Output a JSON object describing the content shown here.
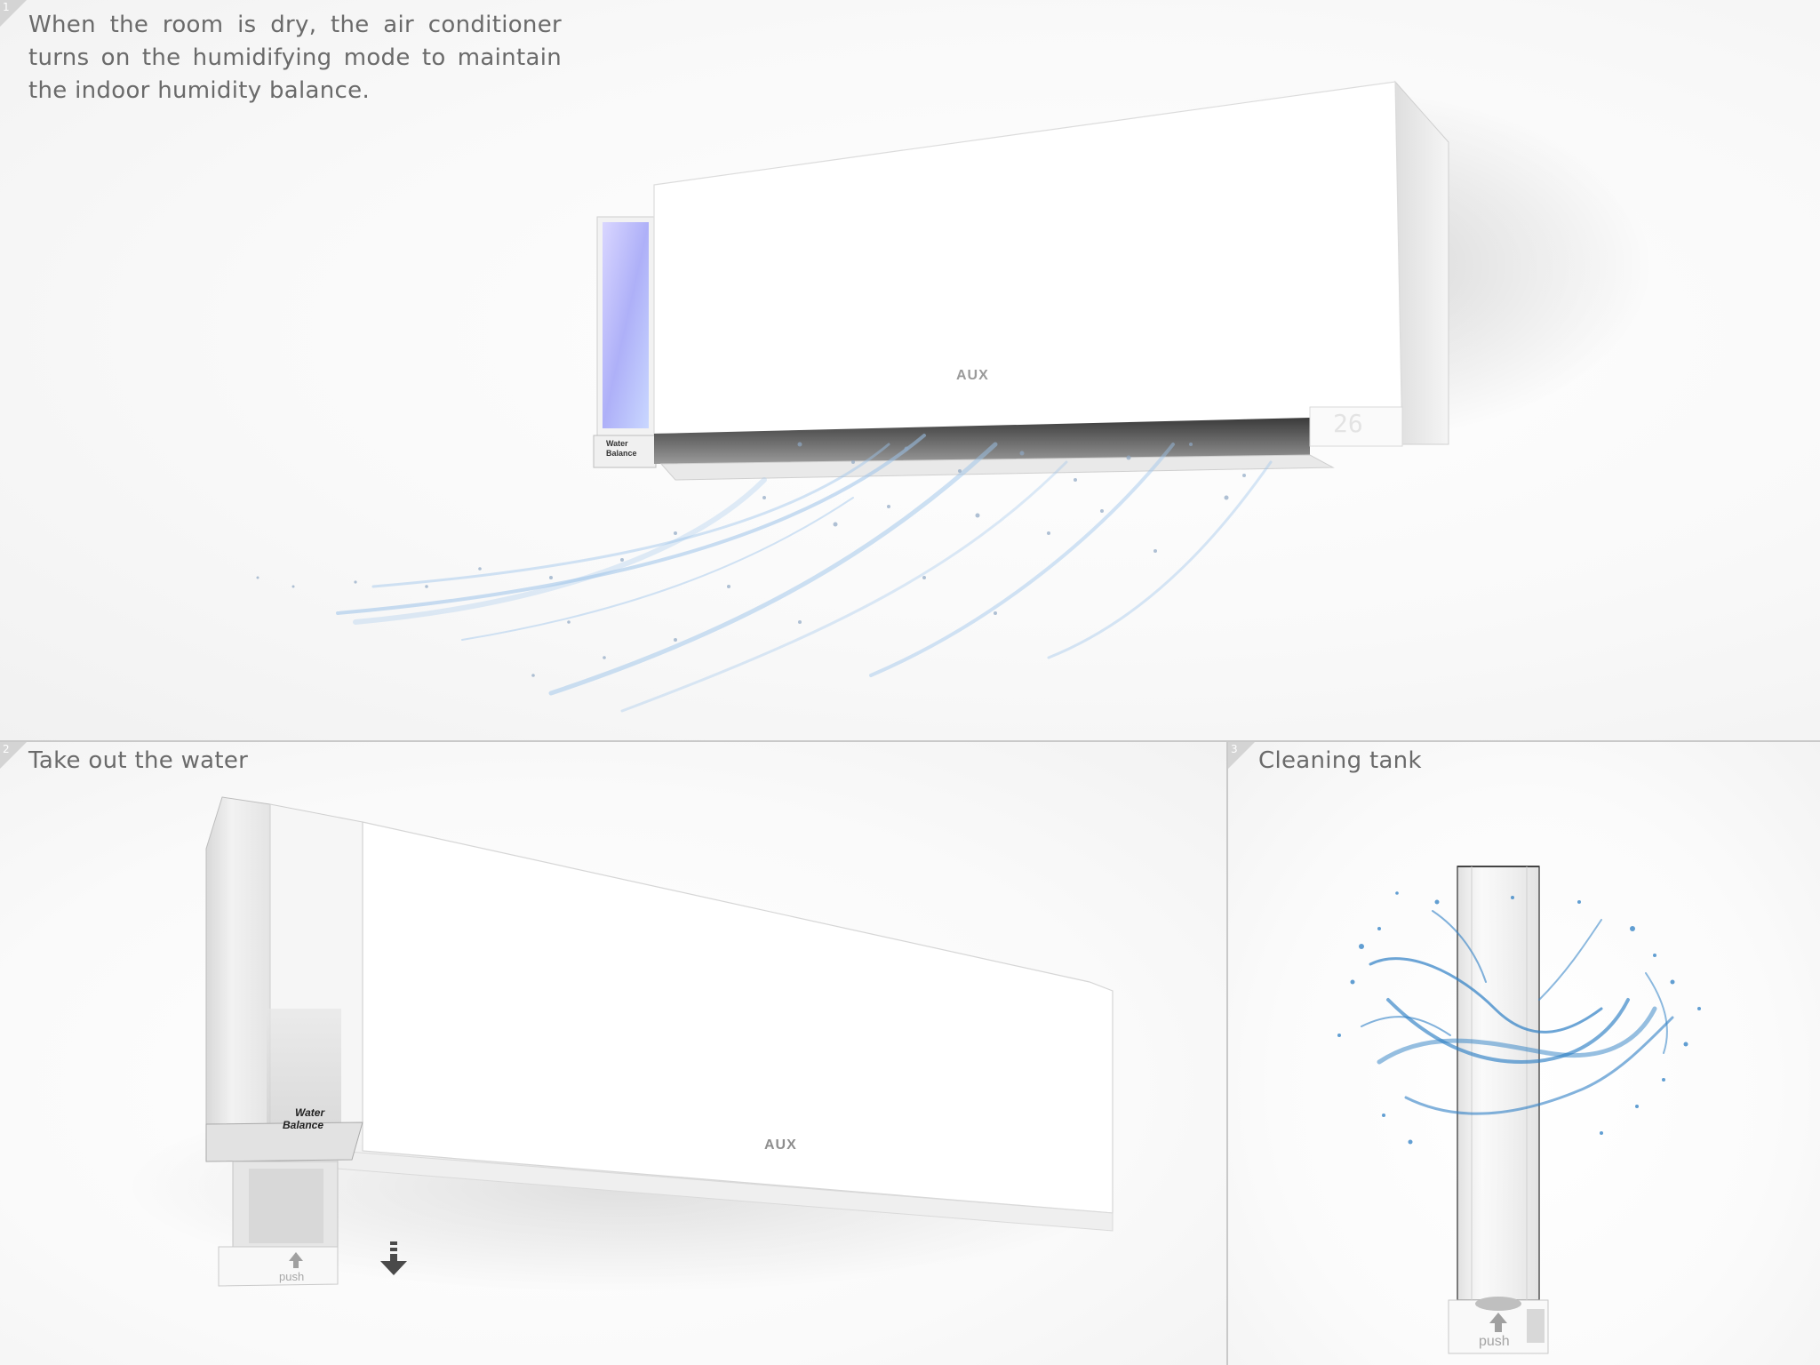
{
  "panels": [
    {
      "number": "1",
      "caption": "When the room is dry, the air conditioner turns on the humidifying mode to maintain the indoor humidity balance."
    },
    {
      "number": "2",
      "caption": "Take out the water"
    },
    {
      "number": "3",
      "caption": "Cleaning tank"
    }
  ],
  "product": {
    "brand": "AUX",
    "tank_label_line1": "Water",
    "tank_label_line2": "Balance",
    "display_temperature": "26",
    "push_label": "push"
  },
  "colors": {
    "mist_blue": "#9cc3ea",
    "uv_violet": "#b8b4f5",
    "water_blue": "#2e7fc4",
    "divider": "#c9c9c9"
  },
  "icons": [
    "down-arrow-icon",
    "up-arrow-icon",
    "water-splash"
  ]
}
